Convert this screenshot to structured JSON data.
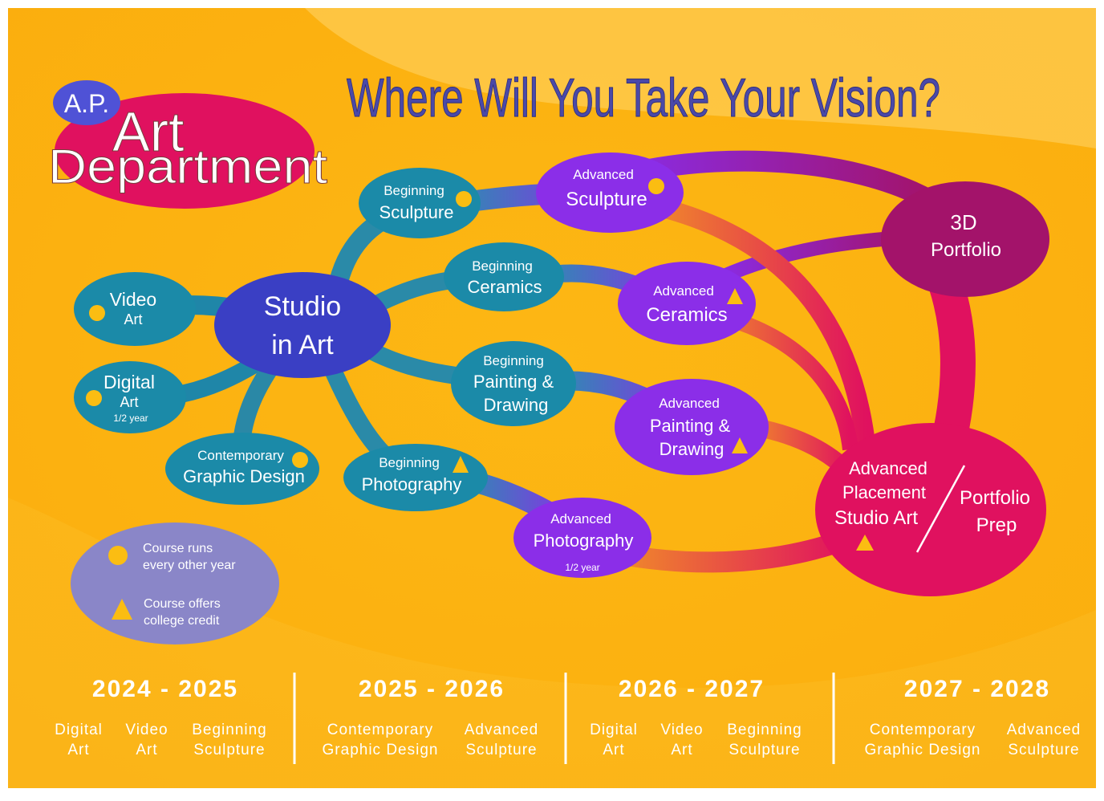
{
  "header": {
    "badge": "A.P.",
    "logo_line1": "Art",
    "logo_line2": "Department",
    "title": "Where Will You Take Your Vision?"
  },
  "center": {
    "line1": "Studio",
    "line2": "in Art"
  },
  "courses": {
    "video_art": {
      "line1": "Video",
      "line2": "Art"
    },
    "digital_art": {
      "line1": "Digital",
      "line2": "Art",
      "note": "1/2 year"
    },
    "graphic_design": {
      "line1": "Contemporary",
      "line2": "Graphic Design"
    },
    "beg_sculpture": {
      "line1": "Beginning",
      "line2": "Sculpture"
    },
    "beg_ceramics": {
      "line1": "Beginning",
      "line2": "Ceramics"
    },
    "beg_painting": {
      "line1": "Beginning",
      "line2": "Painting &",
      "line3": "Drawing"
    },
    "beg_photo": {
      "line1": "Beginning",
      "line2": "Photography"
    },
    "adv_sculpture": {
      "line1": "Advanced",
      "line2": "Sculpture"
    },
    "adv_ceramics": {
      "line1": "Advanced",
      "line2": "Ceramics"
    },
    "adv_painting": {
      "line1": "Advanced",
      "line2": "Painting &",
      "line3": "Drawing"
    },
    "adv_photo": {
      "line1": "Advanced",
      "line2": "Photography",
      "note": "1/2 year"
    },
    "portfolio_3d": {
      "line1": "3D",
      "line2": "Portfolio"
    },
    "ap_studio": {
      "line1": "Advanced",
      "line2": "Placement",
      "line3": "Studio Art",
      "right1": "Portfolio",
      "right2": "Prep"
    }
  },
  "legend": {
    "circle_line1": "Course runs",
    "circle_line2": "every other year",
    "triangle_line1": "Course offers",
    "triangle_line2": "college credit"
  },
  "schedule": [
    {
      "year": "2024 - 2025",
      "courses": [
        {
          "l1": "Digital",
          "l2": "Art"
        },
        {
          "l1": "Video",
          "l2": "Art"
        },
        {
          "l1": "Beginning",
          "l2": "Sculpture"
        }
      ]
    },
    {
      "year": "2025 - 2026",
      "courses": [
        {
          "l1": "Contemporary",
          "l2": "Graphic Design"
        },
        {
          "l1": "Advanced",
          "l2": "Sculpture"
        }
      ]
    },
    {
      "year": "2026 - 2027",
      "courses": [
        {
          "l1": "Digital",
          "l2": "Art"
        },
        {
          "l1": "Video",
          "l2": "Art"
        },
        {
          "l1": "Beginning",
          "l2": "Sculpture"
        }
      ]
    },
    {
      "year": "2027 - 2028",
      "courses": [
        {
          "l1": "Contemporary",
          "l2": "Graphic Design"
        },
        {
          "l1": "Advanced",
          "l2": "Sculpture"
        }
      ]
    }
  ],
  "colors": {
    "background": "#fdb714",
    "teal": "#1b8aa8",
    "purple": "#8b2ee8",
    "magenta": "#e0115f",
    "plum": "#a3136a",
    "blue": "#3a3fc4",
    "title": "#4a49a8",
    "marker": "#fbbd12",
    "legend": "#8a86c8"
  }
}
